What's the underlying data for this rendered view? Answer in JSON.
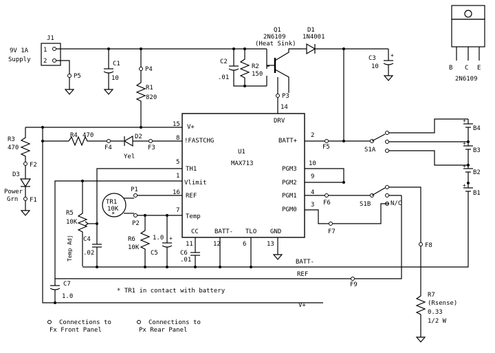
{
  "j1": {
    "ref": "J1",
    "pin1": "1",
    "pin2": "2",
    "supply_line1": "9V 1A",
    "supply_line2": "Supply"
  },
  "q1": {
    "ref": "Q1",
    "part": "2N6109",
    "note": "(Heat Sink)"
  },
  "d1": {
    "ref": "D1",
    "part": "1N4001"
  },
  "c1": {
    "ref": "C1",
    "value": "10"
  },
  "c2": {
    "ref": "C2",
    "value": ".01"
  },
  "c3": {
    "ref": "C3",
    "value": "10"
  },
  "c4": {
    "ref": "C4",
    "value": ".02"
  },
  "c5": {
    "ref": "C5",
    "value": "1.0"
  },
  "c6": {
    "ref": "C6",
    "value": ".01"
  },
  "c7": {
    "ref": "C7",
    "value": "1.0"
  },
  "r1": {
    "ref": "R1",
    "value": "820"
  },
  "r2": {
    "ref": "R2",
    "value": "150"
  },
  "r3": {
    "ref": "R3",
    "value": "470"
  },
  "r4": {
    "ref": "R4",
    "value": "470"
  },
  "r5": {
    "ref": "R5",
    "value": "10K",
    "note": "Temp Adj"
  },
  "r6": {
    "ref": "R6",
    "value": "10K"
  },
  "r7": {
    "ref": "R7",
    "note": "(Rsense)",
    "value": "0.33",
    "power": "1/2 W"
  },
  "d2": {
    "ref": "D2",
    "color": "Yel"
  },
  "d3": {
    "ref": "D3",
    "label1": "Power",
    "label2": "Grn"
  },
  "tr1": {
    "ref": "TR1",
    "value": "10K",
    "mark": "*"
  },
  "u1": {
    "ref": "U1",
    "part": "MAX713",
    "pins_left": [
      {
        "num": "15",
        "name": "V+"
      },
      {
        "num": "8",
        "name": "!FASTCHG"
      },
      {
        "num": "5",
        "name": "TH1"
      },
      {
        "num": "1",
        "name": "Vlimit"
      },
      {
        "num": "16",
        "name": "REF"
      },
      {
        "num": "7",
        "name": "Temp"
      }
    ],
    "pins_right": [
      {
        "num": "2",
        "name": "BATT+"
      },
      {
        "num": "10",
        "name": "PGM3"
      },
      {
        "num": "9",
        "name": "PGM2"
      },
      {
        "num": "4",
        "name": "PGM1"
      },
      {
        "num": "3",
        "name": "PGM0"
      }
    ],
    "pins_top": [
      {
        "num": "14",
        "name": "DRV"
      }
    ],
    "pins_bottom": [
      {
        "num": "11",
        "name": "CC"
      },
      {
        "num": "12",
        "name": "BATT-"
      },
      {
        "num": "6",
        "name": "TLO"
      },
      {
        "num": "13",
        "name": "GND"
      }
    ]
  },
  "switch": {
    "s1a": "S1A",
    "s1b": "S1B",
    "nc": "N/C"
  },
  "batteries": [
    "B4",
    "B3",
    "B2",
    "B1"
  ],
  "points_p": [
    "P5",
    "P4",
    "P3",
    "P1",
    "P2"
  ],
  "points_f": [
    "F4",
    "F3",
    "F2",
    "F1",
    "F5",
    "F6",
    "F7",
    "F8",
    "F9"
  ],
  "nets": {
    "batt_minus": "BATT-",
    "ref": "REF",
    "vplus": "V+"
  },
  "note": "* TR1 in contact with battery",
  "legend": {
    "front_line1": "Connections to",
    "front_line2": "Fx Front Panel",
    "rear_line1": "Connections to",
    "rear_line2": "Px Rear Panel"
  },
  "package": {
    "leads": [
      "B",
      "C",
      "E"
    ],
    "part": "2N6109"
  }
}
